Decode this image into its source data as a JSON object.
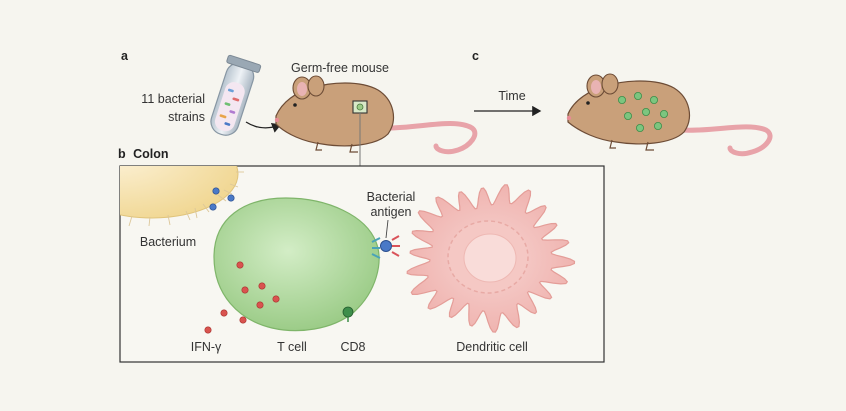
{
  "panels": {
    "a": "a",
    "b": "b",
    "b_title": "Colon",
    "c": "c"
  },
  "labels": {
    "strains_line1": "11 bacterial",
    "strains_line2": "strains",
    "mouse": "Germ-free mouse",
    "time": "Time",
    "bacterium": "Bacterium",
    "antigen_line1": "Bacterial",
    "antigen_line2": "antigen",
    "ifn": "IFN-γ",
    "tcell": "T cell",
    "cd8": "CD8",
    "dendritic": "Dendritic cell"
  },
  "colors": {
    "background": "#f6f5ef",
    "mouse_body": "#c9a07a",
    "mouse_tail": "#e8a3a9",
    "tcell": "#a5d592",
    "dendritic": "#f2b8b4",
    "bacterium": "#f4dfa6",
    "ifn_dots": "#d9534f",
    "antigen_blue": "#4a79c7",
    "cd8_green": "#3e8e4b",
    "colonized_dot": "#7cc57f"
  }
}
